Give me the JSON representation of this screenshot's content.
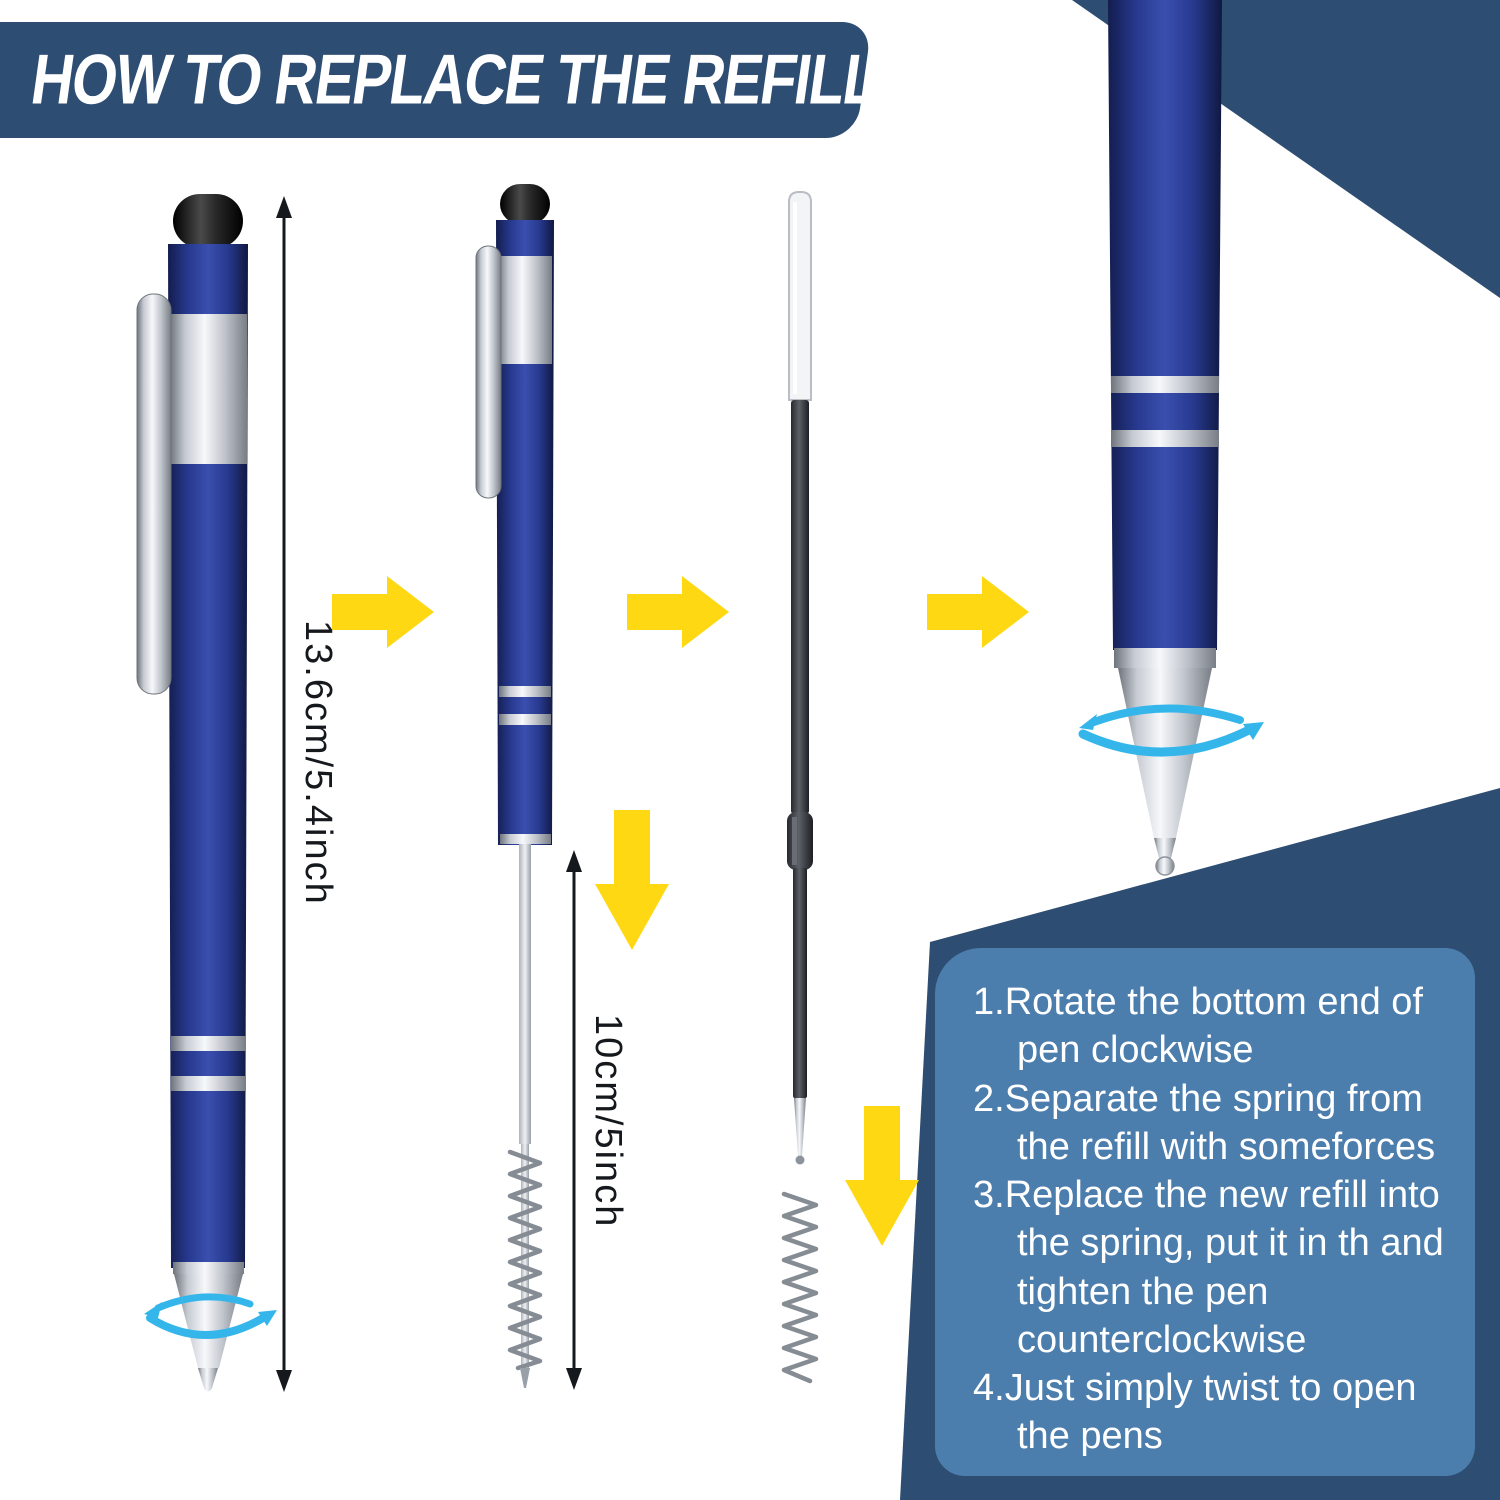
{
  "title": "HOW TO REPLACE THE REFILL?",
  "dimensions": {
    "pen_full": "13.6cm/5.4inch",
    "refill": "10cm/5inch"
  },
  "instructions": {
    "steps": [
      "1.Rotate the bottom end of pen clockwise",
      "2.Separate the spring from the refill with someforces",
      "3.Replace the new refill into the spring, put it in th and tighten the pen counterclockwise",
      "4.Just simply twist to open the pens"
    ]
  },
  "icons": {
    "step_arrow": "yellow-right-arrow",
    "drop_arrow": "yellow-down-arrow",
    "rotate_arrow": "cyan-rotation-arrow"
  },
  "colors": {
    "banner_navy": "#2e4d72",
    "panel_blue": "#4b7dad",
    "pen_navy": "#26388f",
    "arrow_yellow": "#ffd814",
    "rotation_cyan": "#35b6ea",
    "text_dark": "#15181c",
    "text_white": "#ffffff"
  }
}
